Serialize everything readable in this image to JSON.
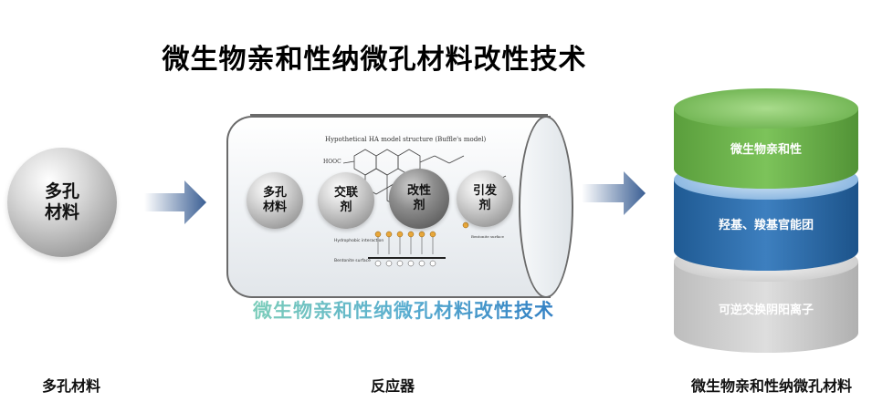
{
  "title": "微生物亲和性纳微孔材料改性技术",
  "input_sphere": {
    "line1": "多孔",
    "line2": "材料"
  },
  "reactor": {
    "spheres": [
      {
        "line1": "多孔",
        "line2": "材料"
      },
      {
        "line1": "交联",
        "line2": "剂"
      },
      {
        "line1": "改性",
        "line2": "剂"
      },
      {
        "line1": "引发",
        "line2": "剂"
      }
    ],
    "molecule_caption": "Hypothetical HA model structure (Buffle's model)",
    "molecule_labels": {
      "hooc": "HOOC",
      "hydrophobic": "Hydrophobic interaction",
      "bentonite": "Bentonite surface",
      "bentonite_small": "Bentonite surface"
    }
  },
  "subtitle": "微生物亲和性纳微孔材料改性技术",
  "cylinder": {
    "top": "微生物亲和性",
    "middle": "羟基、羧基官能团",
    "bottom": "可逆交换阴阳离子"
  },
  "labels": {
    "left": "多孔材料",
    "center": "反应器",
    "right": "微生物亲和性纳微孔材料"
  },
  "colors": {
    "arrow": "#4a6fa5",
    "green": "#6ab04c",
    "blue": "#2e6fa8",
    "gray": "#c9c9c9"
  }
}
